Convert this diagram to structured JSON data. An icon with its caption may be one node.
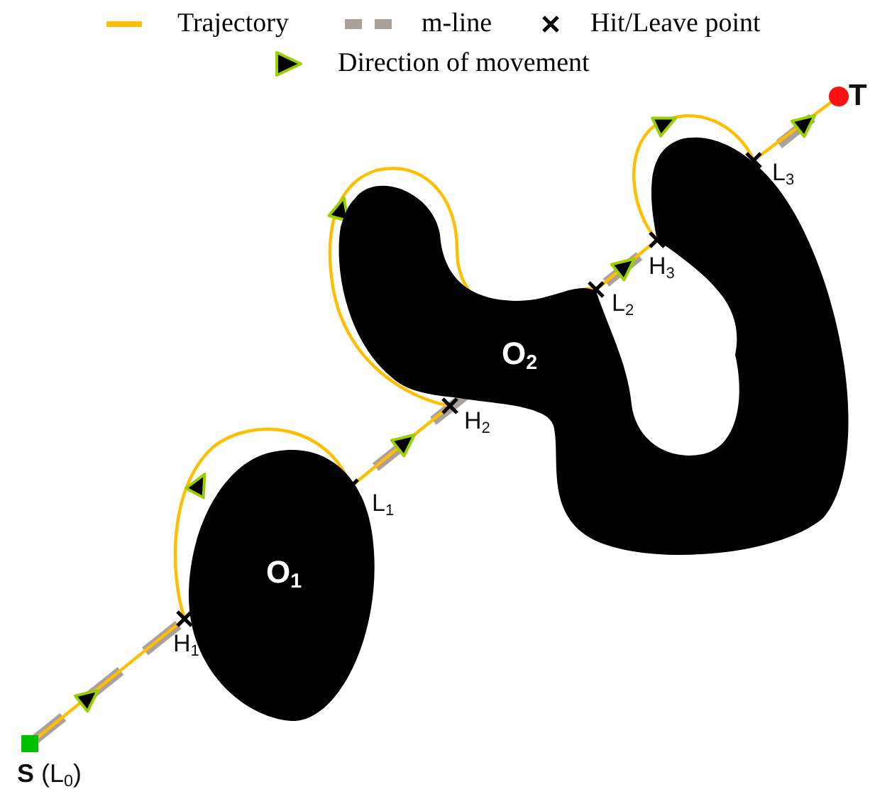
{
  "diagram": {
    "nodes": [
      {
        "text": [
          "O$_{2}$"
        ]
      },
      {
        "text": [
          "O$_{1}$"
        ]
      }
    ],
    "labels": [
      "T",
      "L$_{3}$",
      "L$_{2}$",
      "H$_{3}$",
      "H$_{2}$",
      "L$_{1}$",
      "H$_{1}$",
      "**S** (L$_{0}$)"
    ],
    "legend": [
      {
        "text": "Trajectory"
      },
      {
        "text": "m-line"
      },
      {
        "text": "Hit/Leave point"
      },
      {
        "text": "Direction of movement"
      }
    ]
  }
}
